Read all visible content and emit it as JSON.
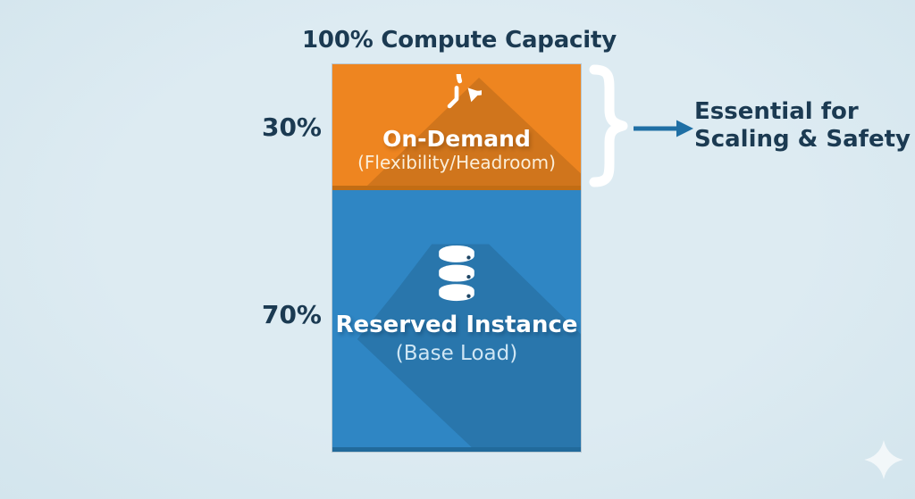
{
  "title": "100% Compute Capacity",
  "chart_data": {
    "type": "bar",
    "stacked": true,
    "title": "100% Compute Capacity",
    "total_percent": 100,
    "segments": [
      {
        "label": "On-Demand",
        "sublabel": "(Flexibility/Headroom)",
        "value": 30,
        "percent_label": "30%",
        "color": "#EE8520",
        "icon": "clock-history-icon"
      },
      {
        "label": "Reserved Instance",
        "sublabel": "(Base Load)",
        "value": 70,
        "percent_label": "70%",
        "color": "#2F86C4",
        "icon": "database-icon"
      }
    ]
  },
  "annotation": {
    "line1": "Essential for",
    "line2": "Scaling & Safety"
  },
  "colors": {
    "background": "#DAE9F0",
    "text": "#1B3A52",
    "arrow": "#1F6FA5",
    "brace": "#FFFFFF",
    "on_demand_border": "#C26D14",
    "reserved_border": "#216A9B"
  },
  "watermark": "sparkle-icon"
}
